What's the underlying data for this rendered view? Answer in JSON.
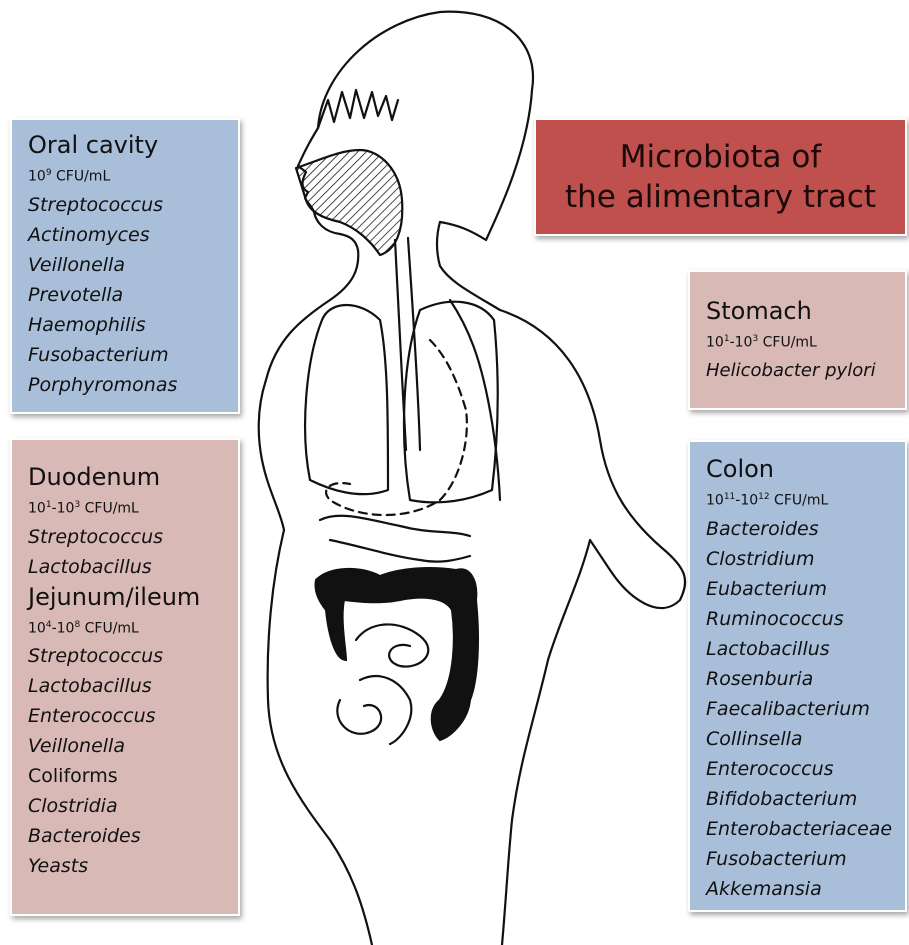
{
  "title": {
    "line1": "Microbiota of",
    "line2": "the alimentary tract"
  },
  "oral": {
    "heading": "Oral cavity",
    "cfu_base": "10",
    "cfu_exp": "9",
    "cfu_unit": " CFU/mL",
    "organisms": [
      "Streptococcus",
      "Actinomyces",
      "Veillonella",
      "Prevotella",
      "Haemophilis",
      "Fusobacterium",
      "Porphyromonas"
    ]
  },
  "stomach": {
    "heading": "Stomach",
    "cfu_a": "10",
    "cfu_a_exp": "1",
    "cfu_mid": "-10",
    "cfu_b_exp": "3",
    "cfu_unit": " CFU/mL",
    "organisms": [
      "Helicobacter pylori"
    ]
  },
  "duodenum": {
    "heading": "Duodenum",
    "cfu_a": "10",
    "cfu_a_exp": "1",
    "cfu_mid": "-10",
    "cfu_b_exp": "3",
    "cfu_unit": " CFU/mL",
    "organisms": [
      "Streptococcus",
      "Lactobacillus"
    ]
  },
  "jejunum": {
    "heading": "Jejunum/ileum",
    "cfu_a": "10",
    "cfu_a_exp": "4",
    "cfu_mid": "-10",
    "cfu_b_exp": "8",
    "cfu_unit": " CFU/mL",
    "organisms": [
      "Streptococcus",
      "Lactobacillus",
      "Enterococcus",
      "Veillonella"
    ],
    "plain_organisms": [
      "Coliforms"
    ],
    "organisms_after": [
      "Clostridia",
      "Bacteroides",
      "Yeasts"
    ]
  },
  "colon": {
    "heading": "Colon",
    "cfu_a": "10",
    "cfu_a_exp": "11",
    "cfu_mid": "-10",
    "cfu_b_exp": "12",
    "cfu_unit": " CFU/mL",
    "organisms": [
      "Bacteroides",
      "Clostridium",
      "Eubacterium",
      "Ruminococcus",
      "Lactobacillus",
      "Rosenburia",
      "Faecalibacterium",
      "Collinsella",
      "Enterococcus",
      "Bifidobacterium",
      "Enterobacteriaceae",
      "Fusobacterium",
      "Akkemansia"
    ]
  }
}
